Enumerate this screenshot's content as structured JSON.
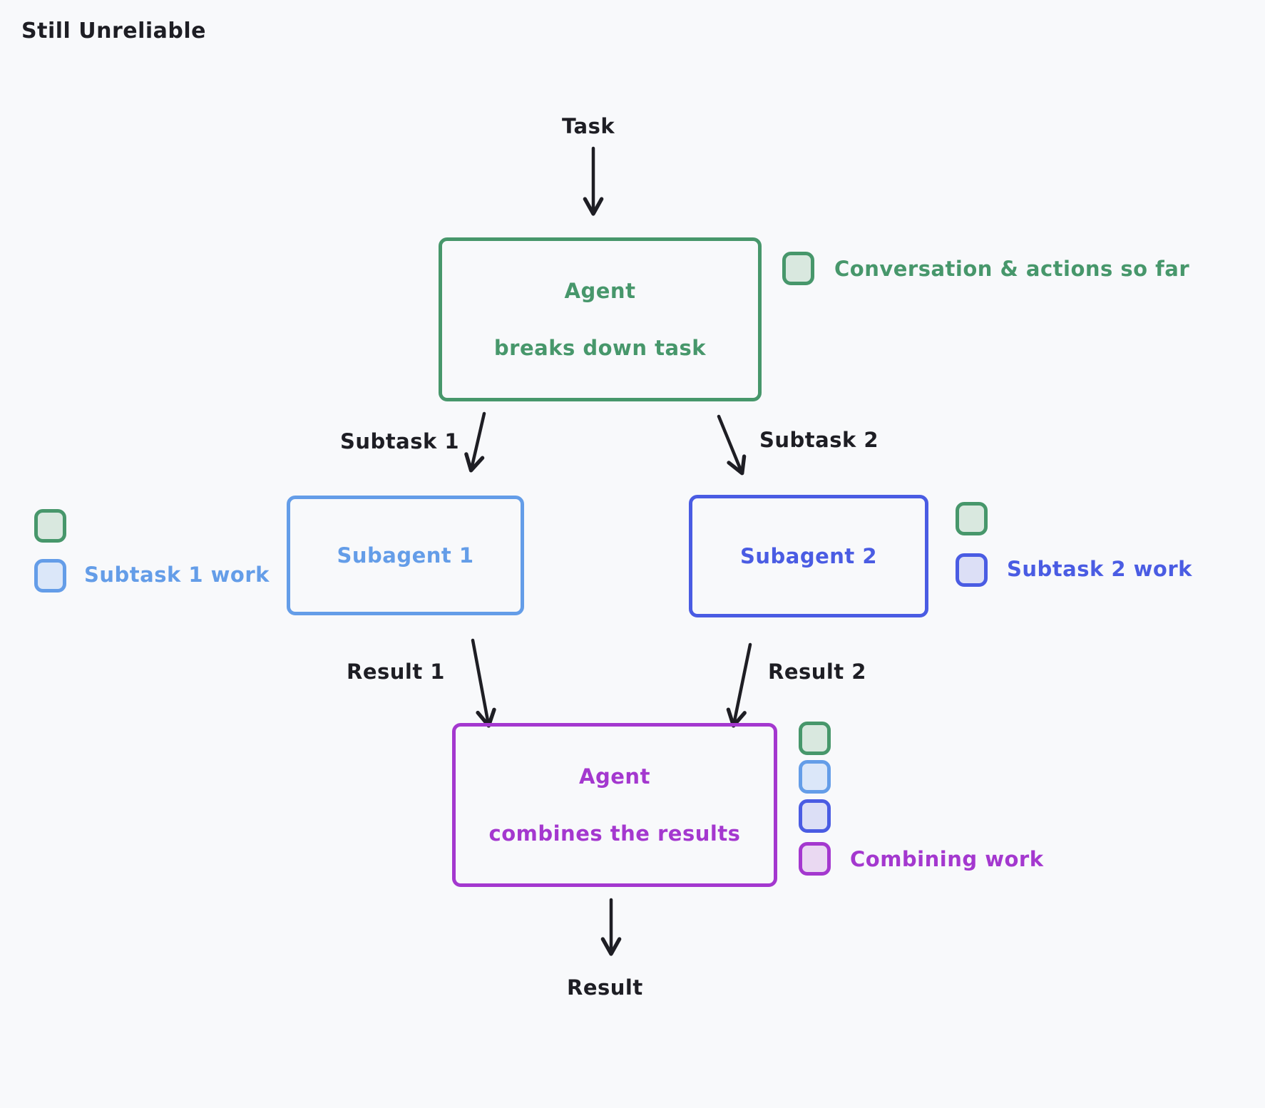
{
  "title": "Still Unreliable",
  "nodes": {
    "task": {
      "label": "Task"
    },
    "agent_breakdown": {
      "line1": "Agent",
      "line2": "breaks down task"
    },
    "subagent1": {
      "label": "Subagent 1"
    },
    "subagent2": {
      "label": "Subagent 2"
    },
    "agent_combine": {
      "line1": "Agent",
      "line2": "combines the results"
    },
    "result": {
      "label": "Result"
    }
  },
  "edges": {
    "subtask1": "Subtask 1",
    "subtask2": "Subtask 2",
    "result1": "Result 1",
    "result2": "Result 2"
  },
  "legends": {
    "conversation": {
      "label": "Conversation & actions so far",
      "swatch": "green"
    },
    "subtask1_work": {
      "label": "Subtask 1 work",
      "swatches": [
        "green",
        "light-blue"
      ]
    },
    "subtask2_work": {
      "label": "Subtask 2 work",
      "swatches": [
        "green",
        "indigo"
      ]
    },
    "combining_work": {
      "label": "Combining work",
      "swatches": [
        "green",
        "light-blue",
        "indigo",
        "purple"
      ]
    }
  },
  "colors": {
    "background": "#f8f9fb",
    "ink": "#1e1e24",
    "green": "#47976b",
    "green_fill": "#d9e8df",
    "light_blue": "#649de8",
    "light_blue_fill": "#dbe7f9",
    "indigo": "#4a5ce3",
    "indigo_fill": "#dcdff6",
    "purple": "#a438cf",
    "purple_fill": "#ead9f2"
  }
}
